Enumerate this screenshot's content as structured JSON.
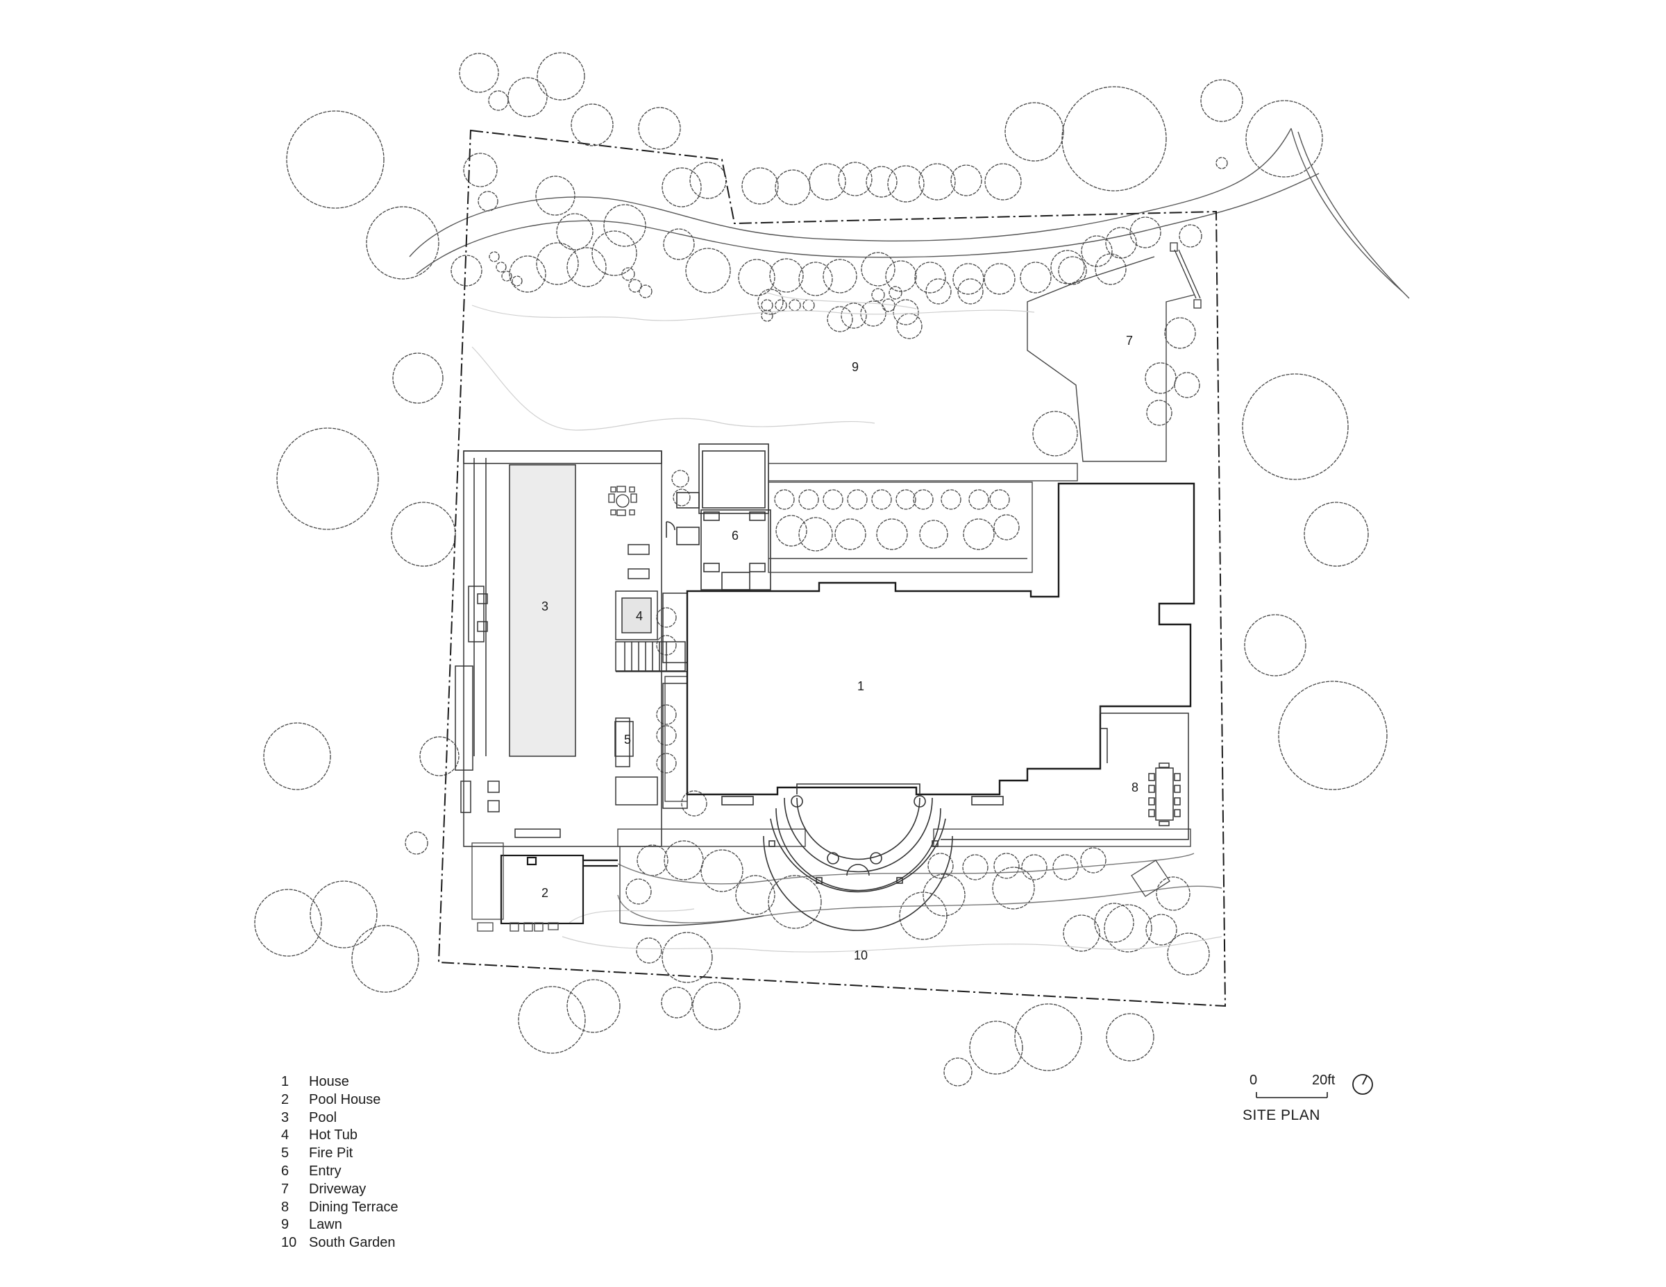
{
  "diagram": {
    "zones": [
      {
        "id": "1",
        "name": "House"
      },
      {
        "id": "2",
        "name": "Pool House"
      },
      {
        "id": "3",
        "name": "Pool"
      },
      {
        "id": "4",
        "name": "Hot Tub"
      },
      {
        "id": "5",
        "name": "Fire Pit"
      },
      {
        "id": "6",
        "name": "Entry"
      },
      {
        "id": "7",
        "name": "Driveway"
      },
      {
        "id": "8",
        "name": "Dining Terrace"
      },
      {
        "id": "9",
        "name": "Lawn"
      },
      {
        "id": "10",
        "name": "South Garden"
      }
    ],
    "scale": {
      "start": "0",
      "end": "20ft"
    },
    "title": "SITE PLAN"
  },
  "colors": {
    "line": "#333333",
    "pool_fill": "#ececec",
    "light_line": "#cccccc"
  }
}
